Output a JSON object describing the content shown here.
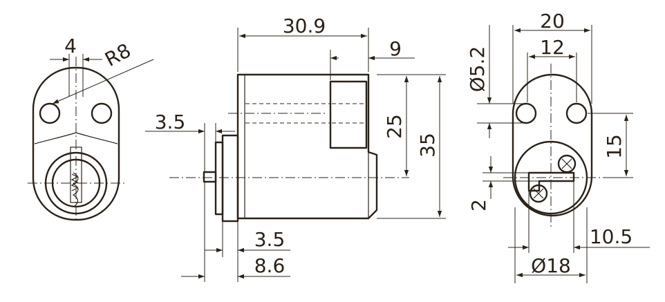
{
  "dimensions": {
    "front_slot_width": "4",
    "front_radius": "R8",
    "side_length": "30.9",
    "side_step": "9",
    "side_cam_height": "25",
    "side_body_height": "35",
    "side_flange_offset": "3.5",
    "side_flange_thickness": "3.5",
    "side_spindle_length": "8.6",
    "rear_width": "20",
    "rear_hole_spacing": "12",
    "rear_hole_diameter": "Ø5.2",
    "rear_hole_height": "15",
    "rear_bottom_gap": "2",
    "rear_cam_offset": "10.5",
    "rear_barrel_diameter": "Ø18"
  },
  "colors": {
    "ink": "#2a2118",
    "paper": "#ffffff"
  }
}
